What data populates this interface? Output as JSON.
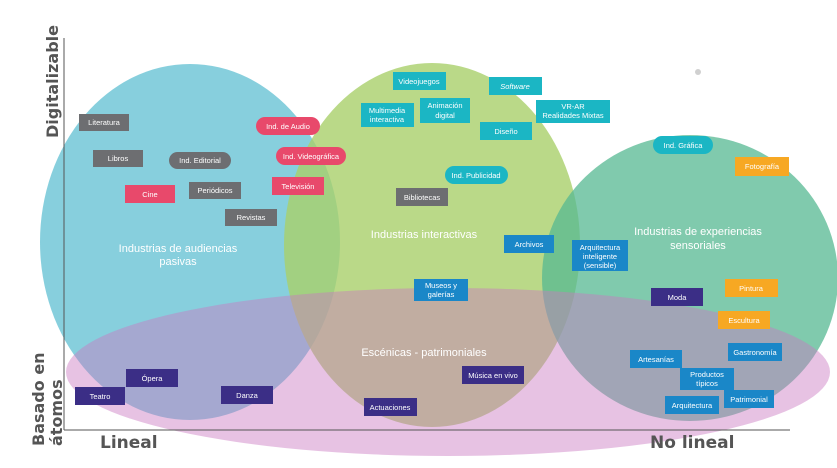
{
  "axes": {
    "y_top": "Digitalizable",
    "y_bottom_line1": "Basado en",
    "y_bottom_line2": "átomos",
    "x_left": "Lineal",
    "x_right": "No lineal"
  },
  "regions": {
    "passive_line1": "Industrias de audiencias",
    "passive_line2": "pasivas",
    "interactive": "Industrias interactivas",
    "experience_line1": "Industrias de experiencias",
    "experience_line2": "sensoriales",
    "scenic": "Escénicas - patrimoniales"
  },
  "colors": {
    "passive": "#6cc4d6",
    "interactive": "#a9cf6a",
    "experience": "#56b892",
    "scenic": "#d59ccf",
    "gray": "#6d6e71",
    "pink": "#e8496b",
    "cyan": "#1bb6c4",
    "blue": "#1a87c8",
    "orange": "#f7a823",
    "purple": "#3b2e86"
  },
  "tags": {
    "literatura": "Literatura",
    "libros": "Libros",
    "ind_editorial": "Ind. Editorial",
    "cine": "Cine",
    "periodicos": "Periódicos",
    "revistas": "Revistas",
    "ind_audio": "Ind. de Audio",
    "ind_videografica": "Ind. Videográfica",
    "television": "Televisión",
    "videojuegos": "Videojuegos",
    "software": "Software",
    "multimedia_1": "Multimedia",
    "multimedia_2": "interactiva",
    "animacion_1": "Animación",
    "animacion_2": "digital",
    "vrar_1": "VR-AR",
    "vrar_2": "Realidades Mixtas",
    "diseno": "Diseño",
    "ind_publicidad": "Ind. Publicidad",
    "bibliotecas": "Bibliotecas",
    "archivos": "Archivos",
    "arq_int_1": "Arquitectura",
    "arq_int_2": "inteligente",
    "arq_int_3": "(sensible)",
    "ind_grafica": "Ind. Gráfica",
    "fotografia": "Fotografía",
    "museos_1": "Museos y",
    "museos_2": "galerías",
    "moda": "Moda",
    "pintura": "Pintura",
    "escultura": "Escultura",
    "gastronomia": "Gastronomía",
    "artesanias": "Artesanías",
    "productos_1": "Productos",
    "productos_2": "típicos",
    "arquitectura": "Arquitectura",
    "patrimonial": "Patrimonial",
    "opera": "Ópera",
    "teatro": "Teatro",
    "danza": "Danza",
    "actuaciones": "Actuaciones",
    "musica_en_vivo": "Música en vivo"
  }
}
